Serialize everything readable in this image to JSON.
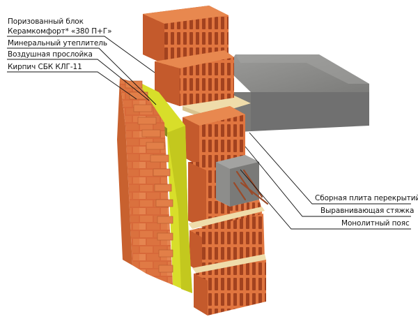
{
  "labels": {
    "porous_block_line1": "Поризованный блок",
    "porous_block_line2": "Керамкомфорт* «380 П+Г»",
    "mineral_insulation": "Минеральный утеплитель",
    "air_gap": "Воздушная прослойка",
    "brick": "Кирпич СБК КЛГ-11",
    "floor_slab": "Сборная плита перекрытий",
    "leveling_screed": "Выравнивающая стяжка",
    "monolithic_belt": "Монолитный пояс"
  },
  "colors": {
    "brick_face": "#e0753f",
    "brick_dark": "#b8502a",
    "brick_hole": "#9a3d1f",
    "insulation": "#d8de2a",
    "screed": "#efdcaa",
    "concrete_top": "#8a8a88",
    "concrete_front": "#6f6f6d",
    "leader_line": "#111111"
  }
}
